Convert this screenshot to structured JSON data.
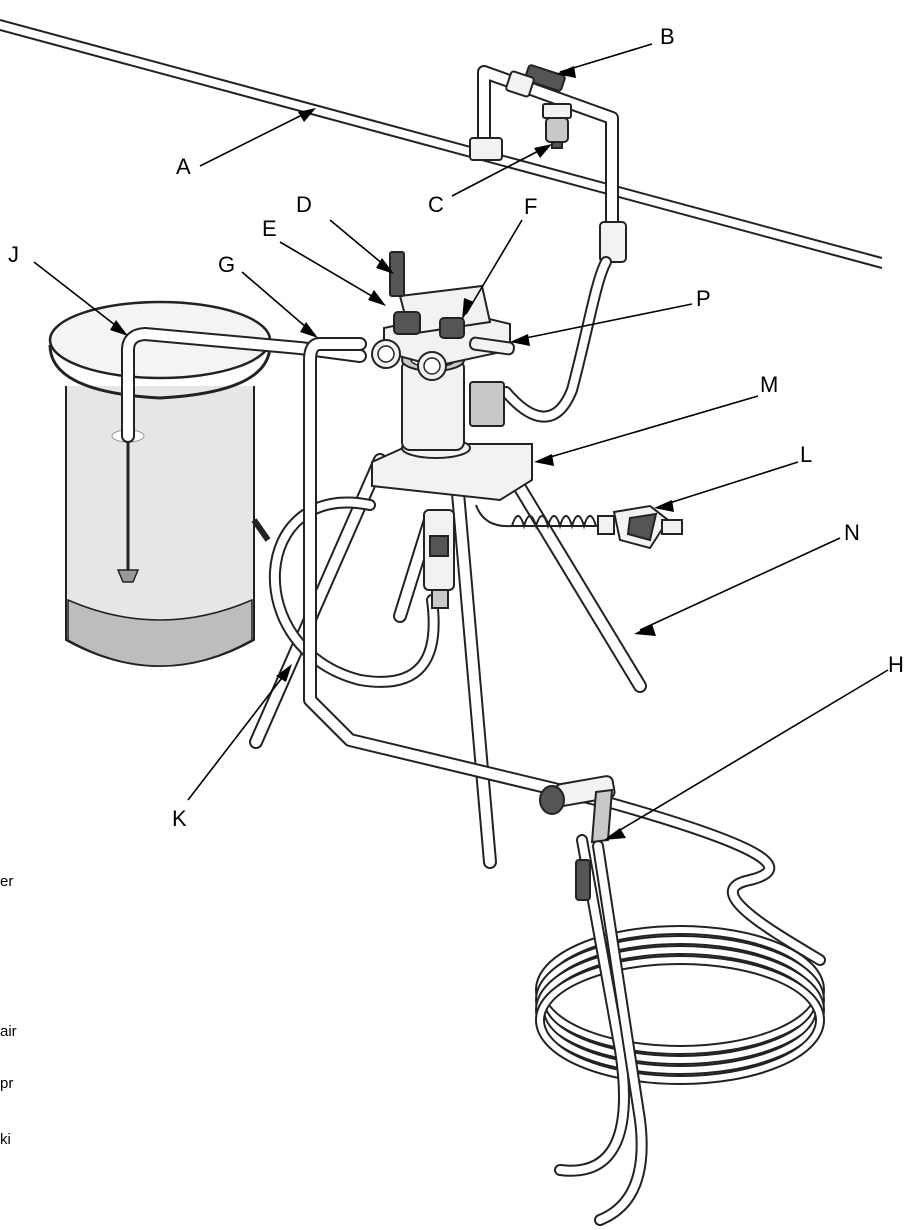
{
  "callouts": [
    {
      "id": "A",
      "text": "A"
    },
    {
      "id": "B",
      "text": "B"
    },
    {
      "id": "C",
      "text": "C"
    },
    {
      "id": "D",
      "text": "D"
    },
    {
      "id": "E",
      "text": "E"
    },
    {
      "id": "F",
      "text": "F"
    },
    {
      "id": "G",
      "text": "G"
    },
    {
      "id": "H",
      "text": "H"
    },
    {
      "id": "J",
      "text": "J"
    },
    {
      "id": "K",
      "text": "K"
    },
    {
      "id": "L",
      "text": "L"
    },
    {
      "id": "M",
      "text": "M"
    },
    {
      "id": "N",
      "text": "N"
    },
    {
      "id": "P",
      "text": "P"
    }
  ],
  "side_fragments": [
    "er",
    "air",
    "pr",
    "ki"
  ],
  "colors": {
    "line": "#000000",
    "part_fill": "#f2f2f2",
    "shade": "#c8c8c8",
    "dark": "#555555"
  }
}
